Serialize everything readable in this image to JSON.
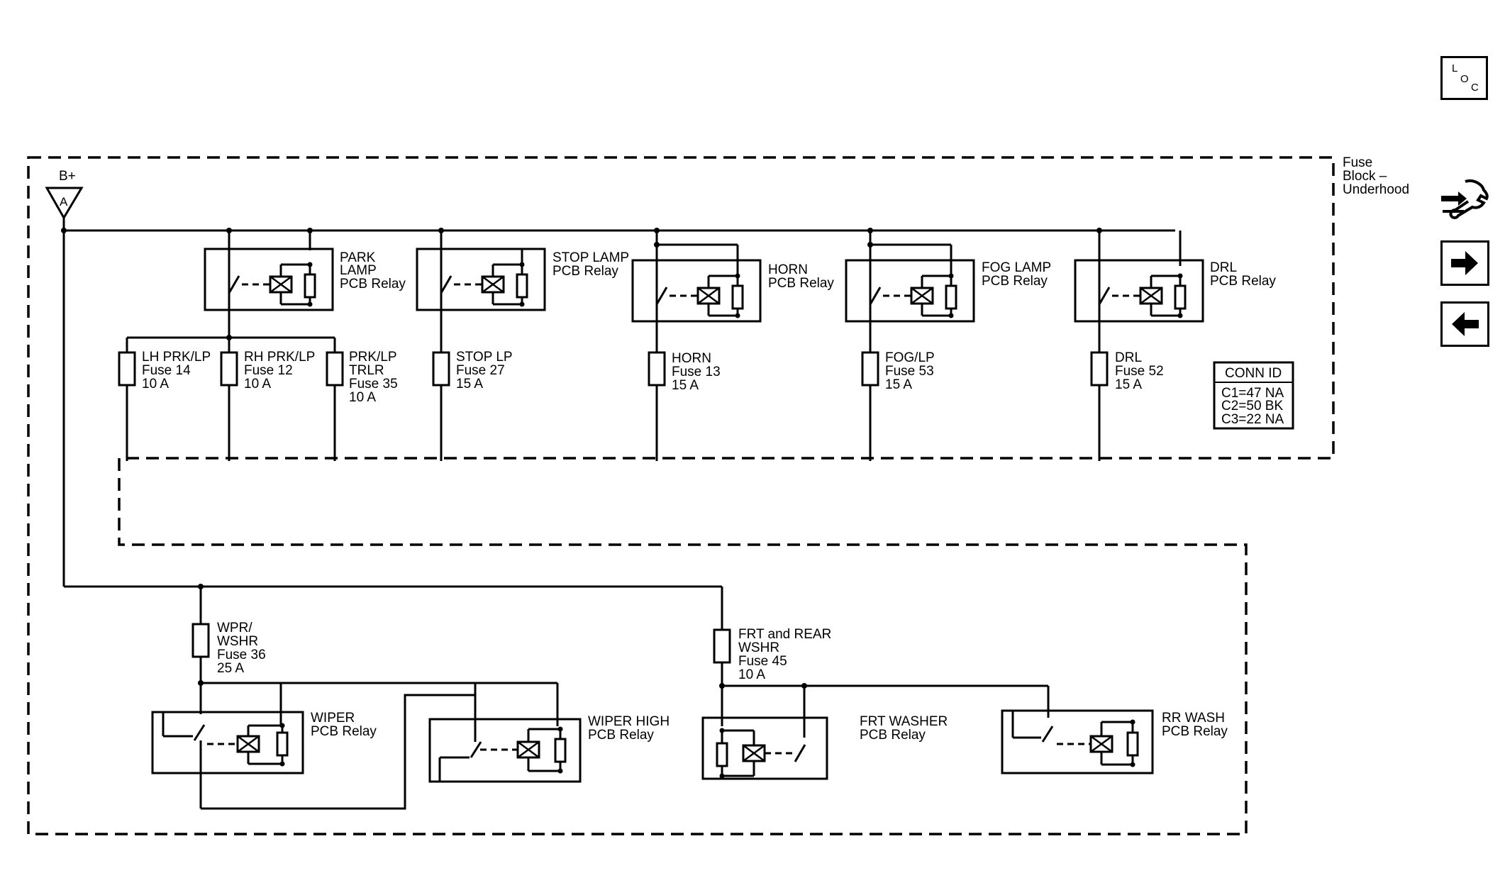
{
  "nav": {
    "loc": {
      "l": "L",
      "o": "O",
      "c": "C"
    }
  },
  "block": {
    "title_l1": "Fuse",
    "title_l2": "Block –",
    "title_l3": "Underhood"
  },
  "supply": {
    "label": "B+",
    "terminal": "A"
  },
  "relays": {
    "park": {
      "l1": "PARK",
      "l2": "LAMP",
      "l3": "PCB Relay"
    },
    "stop": {
      "l1": "STOP LAMP",
      "l2": "PCB Relay"
    },
    "horn": {
      "l1": "HORN",
      "l2": "PCB Relay"
    },
    "fog": {
      "l1": "FOG LAMP",
      "l2": "PCB Relay"
    },
    "drl": {
      "l1": "DRL",
      "l2": "PCB Relay"
    },
    "wiper": {
      "l1": "WIPER",
      "l2": "PCB Relay"
    },
    "wiper_high": {
      "l1": "WIPER HIGH",
      "l2": "PCB Relay"
    },
    "frt_washer": {
      "l1": "FRT WASHER",
      "l2": "PCB Relay"
    },
    "rr_wash": {
      "l1": "RR WASH",
      "l2": "PCB Relay"
    }
  },
  "fuses": {
    "lh_prk": {
      "l1": "LH PRK/LP",
      "l2": "Fuse 14",
      "l3": "10 A"
    },
    "rh_prk": {
      "l1": "RH PRK/LP",
      "l2": "Fuse 12",
      "l3": "10 A"
    },
    "trlr": {
      "l1": "PRK/LP",
      "l2": "TRLR",
      "l3": "Fuse 35",
      "l4": "10 A"
    },
    "stop": {
      "l1": "STOP LP",
      "l2": "Fuse 27",
      "l3": "15 A"
    },
    "horn": {
      "l1": "HORN",
      "l2": "Fuse 13",
      "l3": "15 A"
    },
    "fog": {
      "l1": "FOG/LP",
      "l2": "Fuse 53",
      "l3": "15 A"
    },
    "drl": {
      "l1": "DRL",
      "l2": "Fuse 52",
      "l3": "15 A"
    },
    "wpr": {
      "l1": "WPR/",
      "l2": "WSHR",
      "l3": "Fuse 36",
      "l4": "25 A"
    },
    "frt_rear": {
      "l1": "FRT and REAR",
      "l2": "WSHR",
      "l3": "Fuse 45",
      "l4": "10 A"
    }
  },
  "conn_id": {
    "title": "CONN ID",
    "c1": "C1=47 NA",
    "c2": "C2=50 BK",
    "c3": "C3=22 NA"
  },
  "icons": [
    "location-icon",
    "wrench-connector-icon",
    "arrow-right-icon",
    "arrow-left-icon"
  ]
}
